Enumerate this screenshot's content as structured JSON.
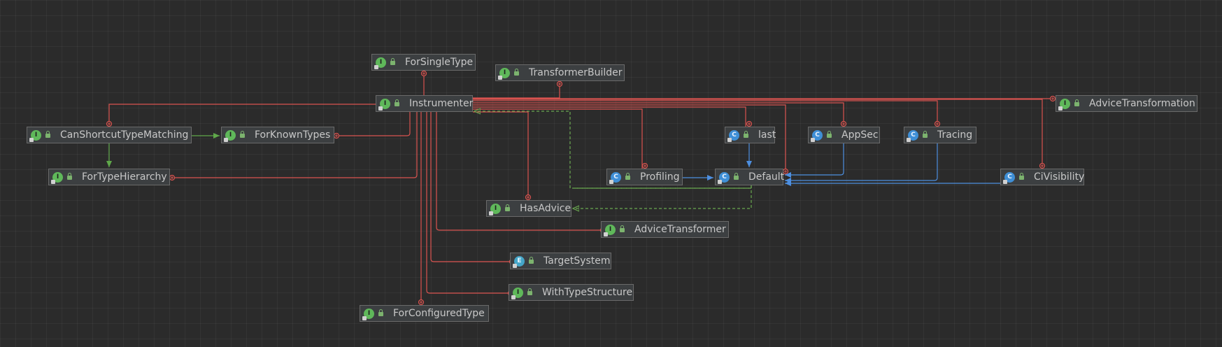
{
  "nodes": [
    {
      "id": "ForSingleType",
      "label": "ForSingleType",
      "kind": "interface",
      "icon": "interface-icon"
    },
    {
      "id": "TransformerBuilder",
      "label": "TransformerBuilder",
      "kind": "interface",
      "icon": "interface-icon"
    },
    {
      "id": "Instrumenter",
      "label": "Instrumenter",
      "kind": "interface",
      "icon": "interface-icon"
    },
    {
      "id": "AdviceTransformation",
      "label": "AdviceTransformation",
      "kind": "interface",
      "icon": "interface-icon"
    },
    {
      "id": "CanShortcutTypeMatching",
      "label": "CanShortcutTypeMatching",
      "kind": "interface",
      "icon": "interface-icon"
    },
    {
      "id": "ForKnownTypes",
      "label": "ForKnownTypes",
      "kind": "interface",
      "icon": "interface-icon"
    },
    {
      "id": "last",
      "label": "last",
      "kind": "class",
      "icon": "class-icon"
    },
    {
      "id": "AppSec",
      "label": "AppSec",
      "kind": "class",
      "icon": "class-icon"
    },
    {
      "id": "Tracing",
      "label": "Tracing",
      "kind": "class",
      "icon": "class-icon"
    },
    {
      "id": "ForTypeHierarchy",
      "label": "ForTypeHierarchy",
      "kind": "interface",
      "icon": "interface-icon"
    },
    {
      "id": "Profiling",
      "label": "Profiling",
      "kind": "class",
      "icon": "class-icon"
    },
    {
      "id": "Default",
      "label": "Default",
      "kind": "class",
      "icon": "class-icon"
    },
    {
      "id": "CiVisibility",
      "label": "CiVisibility",
      "kind": "class",
      "icon": "class-icon"
    },
    {
      "id": "HasAdvice",
      "label": "HasAdvice",
      "kind": "interface",
      "icon": "interface-icon"
    },
    {
      "id": "AdviceTransformer",
      "label": "AdviceTransformer",
      "kind": "interface",
      "icon": "interface-icon"
    },
    {
      "id": "TargetSystem",
      "label": "TargetSystem",
      "kind": "enum",
      "icon": "enum-icon"
    },
    {
      "id": "WithTypeStructure",
      "label": "WithTypeStructure",
      "kind": "interface",
      "icon": "interface-icon"
    },
    {
      "id": "ForConfiguredType",
      "label": "ForConfiguredType",
      "kind": "interface",
      "icon": "interface-icon"
    }
  ],
  "edges": [
    {
      "from": "ForSingleType",
      "to": "Instrumenter",
      "type": "nested"
    },
    {
      "from": "TransformerBuilder",
      "to": "Instrumenter",
      "type": "nested"
    },
    {
      "from": "CanShortcutTypeMatching",
      "to": "Instrumenter",
      "type": "nested"
    },
    {
      "from": "ForKnownTypes",
      "to": "Instrumenter",
      "type": "nested"
    },
    {
      "from": "ForTypeHierarchy",
      "to": "Instrumenter",
      "type": "nested"
    },
    {
      "from": "AdviceTransformation",
      "to": "Instrumenter",
      "type": "nested"
    },
    {
      "from": "last",
      "to": "Instrumenter",
      "type": "nested"
    },
    {
      "from": "AppSec",
      "to": "Instrumenter",
      "type": "nested"
    },
    {
      "from": "Tracing",
      "to": "Instrumenter",
      "type": "nested"
    },
    {
      "from": "Profiling",
      "to": "Instrumenter",
      "type": "nested"
    },
    {
      "from": "Default",
      "to": "Instrumenter",
      "type": "nested"
    },
    {
      "from": "CiVisibility",
      "to": "Instrumenter",
      "type": "nested"
    },
    {
      "from": "HasAdvice",
      "to": "Instrumenter",
      "type": "nested"
    },
    {
      "from": "AdviceTransformer",
      "to": "Instrumenter",
      "type": "nested"
    },
    {
      "from": "TargetSystem",
      "to": "Instrumenter",
      "type": "nested"
    },
    {
      "from": "WithTypeStructure",
      "to": "Instrumenter",
      "type": "nested"
    },
    {
      "from": "ForConfiguredType",
      "to": "Instrumenter",
      "type": "nested"
    },
    {
      "from": "CanShortcutTypeMatching",
      "to": "ForKnownTypes",
      "type": "extends"
    },
    {
      "from": "CanShortcutTypeMatching",
      "to": "ForTypeHierarchy",
      "type": "extends"
    },
    {
      "from": "Default",
      "to": "Instrumenter",
      "type": "implements"
    },
    {
      "from": "Default",
      "to": "HasAdvice",
      "type": "implements"
    },
    {
      "from": "last",
      "to": "Default",
      "type": "extends-class"
    },
    {
      "from": "AppSec",
      "to": "Default",
      "type": "extends-class"
    },
    {
      "from": "Tracing",
      "to": "Default",
      "type": "extends-class"
    },
    {
      "from": "Profiling",
      "to": "Default",
      "type": "extends-class"
    },
    {
      "from": "CiVisibility",
      "to": "Default",
      "type": "extends-class"
    }
  ],
  "colors": {
    "background": "#2b2b2b",
    "nested": "#d9534f",
    "interface_extends": "#5fa84a",
    "class_extends": "#4d8fe0",
    "implements": "#6aa84f"
  }
}
